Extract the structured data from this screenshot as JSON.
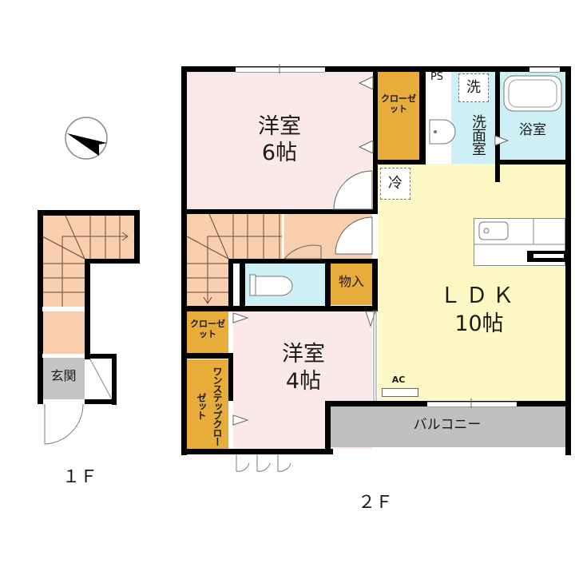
{
  "floors": {
    "first": {
      "label": "１Ｆ",
      "rooms": {
        "entrance": "玄関"
      }
    },
    "second": {
      "label": "２Ｆ",
      "rooms": {
        "western_room_1": {
          "name": "洋室",
          "size": "6帖"
        },
        "western_room_2": {
          "name": "洋室",
          "size": "4帖"
        },
        "ldk": {
          "name": "ＬＤＫ",
          "size": "10帖"
        },
        "closet_top": "クローゼット",
        "closet_left": "クローゼット",
        "one_step_closet": "ワンステップクローゼット",
        "storage": "物入",
        "washroom": "洗面室",
        "bathroom": "浴室",
        "balcony": "バルコニー"
      },
      "marks": {
        "pipe_space": "PS",
        "washer": "洗",
        "refrigerator": "冷",
        "air_conditioner": "AC"
      }
    }
  },
  "colors": {
    "wall": "#000000",
    "western_room": "#fbe9ea",
    "ldk": "#fdf8c4",
    "closet": "#e7ac3a",
    "stairs": "#f7cfae",
    "water": "#cdf0f6",
    "balcony": "#c0c0c0",
    "entrance": "#c4c4c4"
  },
  "compass": {
    "icon": "north-arrow-icon"
  }
}
